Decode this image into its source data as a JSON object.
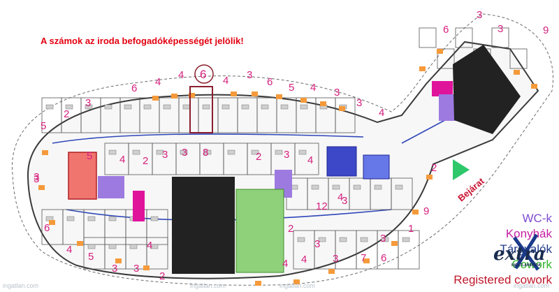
{
  "note": "A számok az iroda befogadóképességét jelölik!",
  "entrance_label": "Bejárat",
  "legend": [
    {
      "label": "WC-k",
      "color": "#7e4bd1"
    },
    {
      "label": "Konyhák",
      "color": "#c51ea3"
    },
    {
      "label": "Tárgyalók",
      "color": "#1f3a8a"
    },
    {
      "label": "Cowork",
      "color": "#33b52c"
    },
    {
      "label": "Registered cowork",
      "color": "#c0162a"
    }
  ],
  "brand": {
    "name": "extra",
    "sub": "INGATLANIRODA"
  },
  "watermarks": [
    "ingatlan.com",
    "ingatlan.com",
    "ingatlan.com",
    "ingatlan.com"
  ],
  "capacities": [
    "3",
    "9",
    "3",
    "6",
    "5",
    "6",
    "4",
    "4",
    "4",
    "3",
    "6",
    "5",
    "4",
    "3",
    "3",
    "4",
    "3",
    "2",
    "5",
    "2",
    "3",
    "3",
    "8",
    "2",
    "3",
    "4",
    "4",
    "12",
    "2",
    "4",
    "4",
    "3",
    "7",
    "3",
    "1",
    "2",
    "3",
    "4",
    "6",
    "4",
    "5",
    "3",
    "3",
    "2",
    "3",
    "4",
    "6",
    "3",
    "9",
    "3"
  ],
  "highlight_capacity": "6"
}
